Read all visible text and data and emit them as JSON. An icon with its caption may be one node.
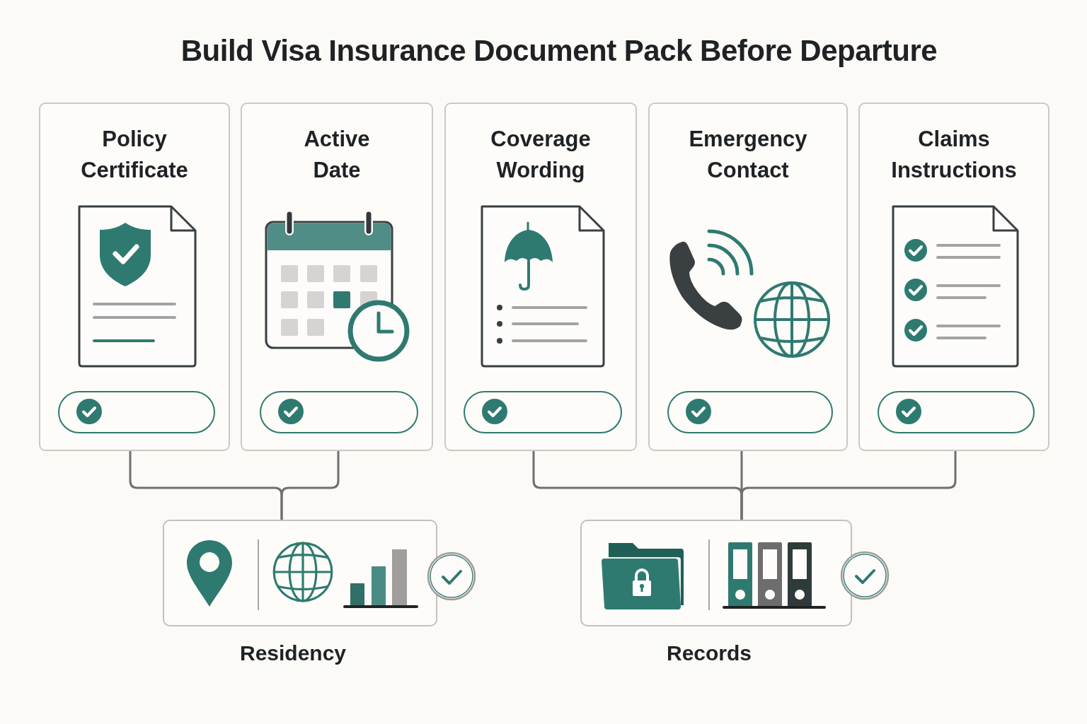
{
  "diagram": {
    "title": "Build Visa Insurance Document Pack Before Departure",
    "nodes": [
      {
        "text": [
          "Policy Certificate"
        ]
      },
      {
        "text": [
          "Active Date"
        ]
      },
      {
        "text": [
          "Coverage Wording"
        ]
      },
      {
        "text": [
          "Emergency Contact"
        ]
      },
      {
        "text": [
          "Claims Instructions"
        ]
      },
      {
        "text": [
          "Residency"
        ]
      },
      {
        "text": [
          "Records"
        ]
      }
    ],
    "edges": [
      {
        "from": 0,
        "to": 5,
        "arrow": "none"
      },
      {
        "from": 1,
        "to": 5,
        "arrow": "none"
      },
      {
        "from": 2,
        "to": 6,
        "arrow": "none"
      },
      {
        "from": 3,
        "to": 6,
        "arrow": "none"
      },
      {
        "from": 4,
        "to": 6,
        "arrow": "none"
      }
    ]
  }
}
